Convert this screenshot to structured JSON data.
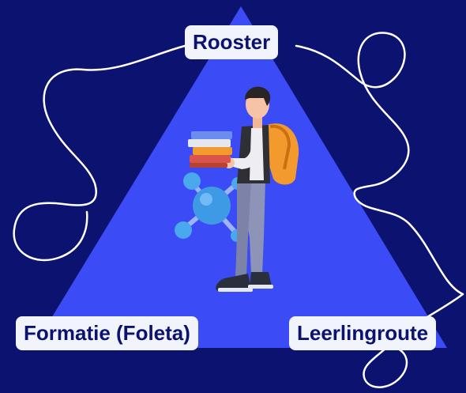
{
  "diagram": {
    "nodes": {
      "top": "Rooster",
      "left": "Formatie (Foleta)",
      "right": "Leerlingroute"
    }
  },
  "colors": {
    "background": "#0c1270",
    "triangle": "#3b4bf5",
    "label_bg": "#f1f4fb",
    "label_text": "#0c1270",
    "curve": "#ffffff"
  },
  "illustration": {
    "subject": "student-with-books-icon",
    "molecule": "molecule-icon"
  }
}
